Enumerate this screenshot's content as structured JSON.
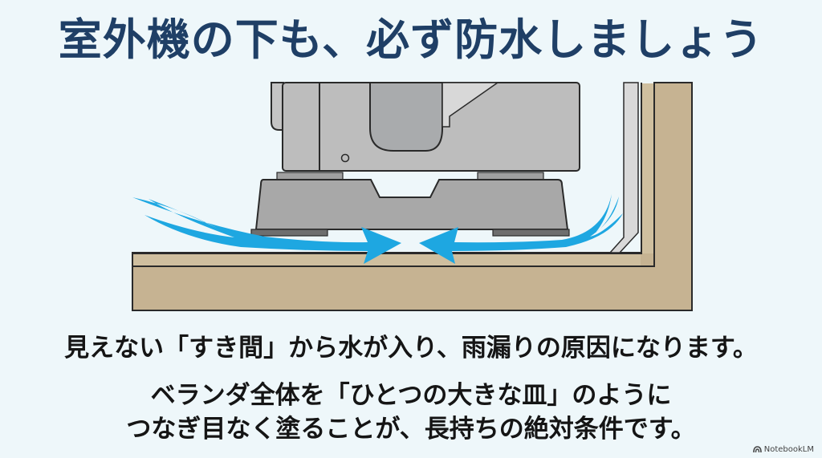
{
  "title": "室外機の下も、必ず防水しましょう",
  "illustration": {
    "subject": "outdoor-ac-unit-on-stand-balcony-floor",
    "arrows": "water-flowing-into-gap",
    "colors": {
      "background": "#eef7fa",
      "title": "#1f3f66",
      "arrow": "#1ea7e1",
      "floor": "#c6b392",
      "unit": "#b9b9b9",
      "stand": "#a7a7a7",
      "outline": "#2a2a2a"
    }
  },
  "caption": {
    "line1": "見えない「すき間」から水が入り、雨漏りの原因になります。",
    "line2a": "ベランダ全体を「ひとつの大きな皿」のように",
    "line2b": "つなぎ目なく塗ることが、長持ちの絶対条件です。"
  },
  "brand": {
    "icon": "notebooklm-logo-icon",
    "label": "NotebookLM"
  }
}
